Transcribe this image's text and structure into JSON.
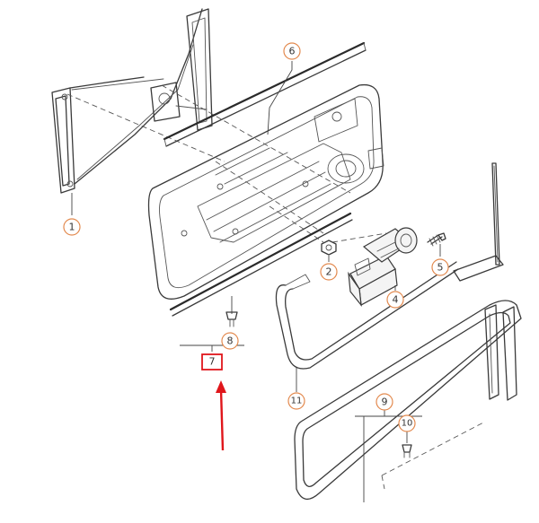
{
  "callouts": [
    {
      "id": "1",
      "label": "1"
    },
    {
      "id": "2",
      "label": "2"
    },
    {
      "id": "4",
      "label": "4"
    },
    {
      "id": "5",
      "label": "5"
    },
    {
      "id": "6",
      "label": "6"
    },
    {
      "id": "7",
      "label": "7"
    },
    {
      "id": "8",
      "label": "8"
    },
    {
      "id": "9",
      "label": "9"
    },
    {
      "id": "10",
      "label": "10"
    },
    {
      "id": "11",
      "label": "11"
    }
  ],
  "colors": {
    "callout_ring": "#e38a4f",
    "highlight_box": "#e0161b",
    "highlight_arrow": "#e0161b",
    "line_art": "#3a3a3a"
  },
  "highlight": {
    "target_callout": "7"
  }
}
